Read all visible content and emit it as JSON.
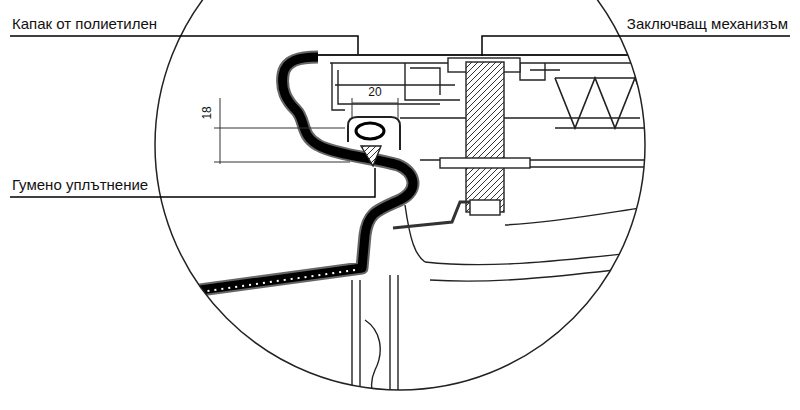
{
  "diagram": {
    "labels": [
      "Капак от полиетилен",
      "Заключващ механизъм",
      "Гумено уплътнение",
      "18",
      "20"
    ]
  }
}
